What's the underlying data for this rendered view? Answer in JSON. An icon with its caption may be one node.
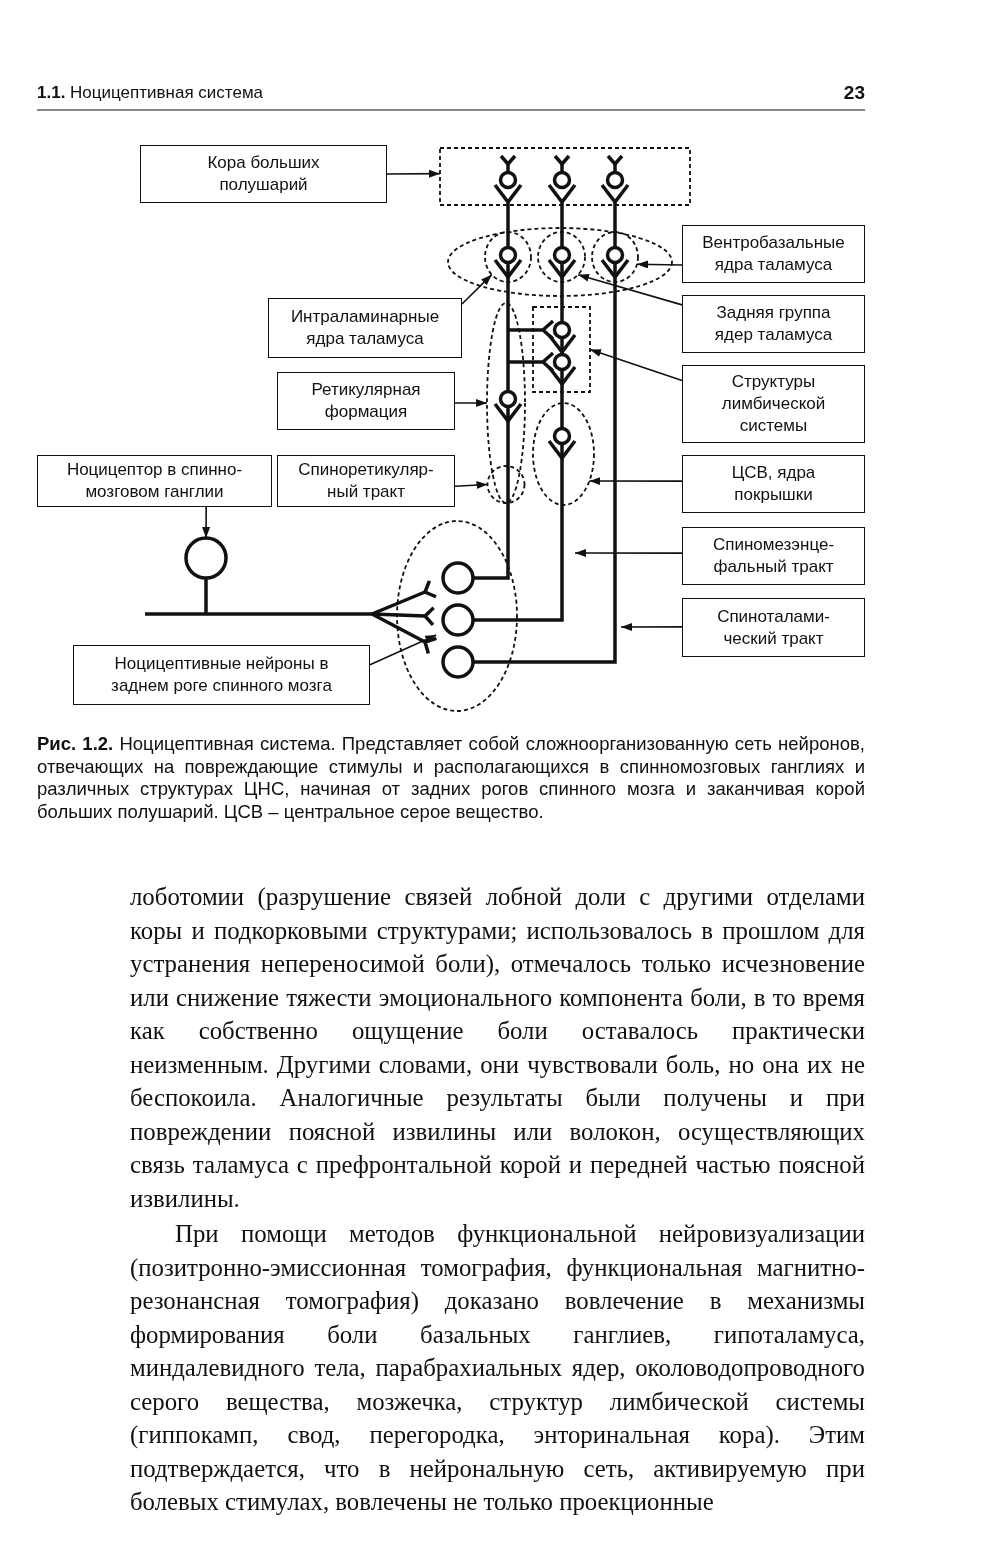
{
  "diagram": {
    "caption": "**Рис. 1.2.** Ноцицептивная система. Представляет собой сложноорганизованную сеть нейронов, отвечающих на повреждающие стимулы и располагающихся в спинномозговых ганглиях и различных структурах ЦНС, начиная от задних рогов спинного мозга и заканчивая корой больших полушарий. ЦСВ – центральное серое вещество.",
    "nodes": [
      {
        "text": [
          "Кора больших полушарий"
        ]
      },
      {
        "text": [],
        "shape": "box"
      },
      {
        "text": [
          "Вентробазальные ядра таламуса"
        ]
      },
      {
        "text": [],
        "shape": "ellipse"
      },
      {
        "text": [],
        "shape": "ellipse",
        "in": 3
      },
      {
        "text": [],
        "shape": "ellipse",
        "in": 3
      },
      {
        "text": [],
        "shape": "ellipse",
        "in": 3
      },
      {
        "text": [
          "Интраламинарные ядра таламуса"
        ]
      },
      {
        "text": [
          "Задняя группа ядер таламуса"
        ]
      },
      {
        "text": [],
        "shape": "ellipse"
      },
      {
        "text": [],
        "shape": "box"
      },
      {
        "text": [
          "Ретикулярная формация"
        ]
      },
      {
        "text": [
          "Структуры лимбической системы"
        ]
      },
      {
        "text": [],
        "shape": "ellipse"
      },
      {
        "text": [],
        "shape": "circle",
        "in": 9
      },
      {
        "text": [
          "Ноцицептор в спинно-мозговом ганглии"
        ]
      },
      {
        "text": [
          "Спиноретикуляр-ный тракт"
        ]
      },
      {
        "text": [
          "ЦСВ, ядра покрышки"
        ]
      },
      {
        "text": [],
        "shape": "circle"
      },
      {
        "text": [
          "Спиномезэнце-фальный тракт"
        ]
      },
      {
        "text": [],
        "shape": "ellipse"
      },
      {
        "text": [
          "Спиноталами-ческий тракт"
        ]
      },
      {
        "text": [
          "Ноцицептивные нейроны в заднем роге спинного мозга"
        ]
      }
    ],
    "edges": [
      {
        "from": 0,
        "to": 1,
        "arrow": "to"
      },
      {
        "from": 2,
        "to": 6,
        "arrow": "to"
      },
      {
        "from": 7,
        "to": 4,
        "arrow": "to"
      },
      {
        "from": 8,
        "to": 5,
        "arrow": "to"
      },
      {
        "from": 11,
        "to": 9,
        "arrow": "to"
      },
      {
        "from": 12,
        "to": 10,
        "arrow": "to"
      },
      {
        "from": 15,
        "to": 18,
        "arrow": "to"
      },
      {
        "from": 16,
        "to": 14,
        "arrow": "to"
      },
      {
        "from": 17,
        "to": 13,
        "arrow": "to"
      },
      {
        "from": 19,
        "to": null,
        "arrow": "to"
      },
      {
        "from": 21,
        "to": null,
        "arrow": "to"
      },
      {
        "from": 22,
        "to": 20,
        "arrow": "to"
      }
    ],
    "labels": [
      "**1.1.** Ноцицептивная система",
      "23",
      "лоботомии (разрушение связей лобной доли с другими отделами коры и подкорковыми структурами; использовалось в прошлом для устранения непереносимой боли), отмечалось только исчезновение или снижение тяжести эмоционального компонента боли, в то время как собственно ощущение боли оставалось практически неизменным. Другими словами, они чувствовали боль, но она их не беспокоила. Аналогичные результаты были получены и при повреждении поясной извилины или волокон, осуществляющих связь таламуса с префронтальной корой и передней частью поясной извилины.",
      "При помощи методов функциональной нейровизуализации (позитронно-эмиссионная томография, функциональная магнитно-резонансная томография) доказано вовлечение в механизмы формирования боли базальных ганглиев, гипоталамуса, миндалевидного тела, парабрахиальных ядер, околоводопроводного серого вещества, мозжечка, структур лимбической системы (гиппокамп, свод, перегородка, энторинальная кора). Этим подтверждается, что в нейрональную сеть, активируемую при болевых стимулах, вовлечены не только проекционные"
    ]
  }
}
